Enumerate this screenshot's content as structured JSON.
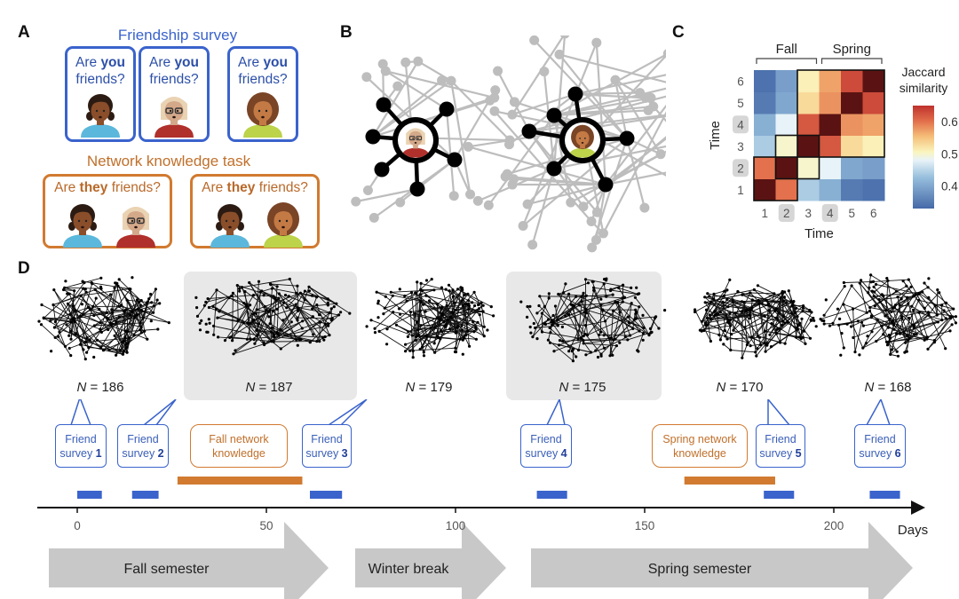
{
  "panels": {
    "A": {
      "letter": "A",
      "friendship_survey": {
        "title": "Friendship survey",
        "cards": [
          {
            "q_pre": "Are ",
            "q_bold": "you",
            "q_post": "friends?",
            "avatar": "avatar-dark-hair-blue-shirt"
          },
          {
            "q_pre": "Are ",
            "q_bold": "you",
            "q_post": "friends?",
            "avatar": "avatar-blonde-glasses-red-shirt"
          },
          {
            "q_pre": "Are ",
            "q_bold": "you",
            "q_post": "friends?",
            "avatar": "avatar-curly-brown-green-shirt"
          }
        ]
      },
      "network_task": {
        "title": "Network knowledge task",
        "cards": [
          {
            "q_pre": "Are ",
            "q_bold": "they",
            "q_post": " friends?",
            "avatars": [
              "avatar-dark-hair-blue-shirt",
              "avatar-blonde-glasses-red-shirt"
            ]
          },
          {
            "q_pre": "Are ",
            "q_bold": "they",
            "q_post": " friends?",
            "avatars": [
              "avatar-dark-hair-blue-shirt",
              "avatar-curly-brown-green-shirt"
            ]
          }
        ]
      }
    },
    "B": {
      "letter": "B",
      "egos": [
        "avatar-blonde-glasses-red-shirt",
        "avatar-curly-brown-green-shirt"
      ]
    },
    "C": {
      "letter": "C"
    },
    "D": {
      "letter": "D",
      "networks": [
        {
          "n_label": "N",
          "n_value": "= 186",
          "highlighted": false
        },
        {
          "n_label": "N",
          "n_value": "= 187",
          "highlighted": true
        },
        {
          "n_label": "N",
          "n_value": "= 179",
          "highlighted": false
        },
        {
          "n_label": "N",
          "n_value": "= 175",
          "highlighted": true
        },
        {
          "n_label": "N",
          "n_value": "= 170",
          "highlighted": false
        },
        {
          "n_label": "N",
          "n_value": "= 168",
          "highlighted": false
        }
      ],
      "surveys": [
        {
          "line1": "Friend",
          "line2": "survey ",
          "num": "1",
          "start_day": 0,
          "end_day": 6.5
        },
        {
          "line1": "Friend",
          "line2": "survey ",
          "num": "2",
          "start_day": 14.5,
          "end_day": 21.5
        },
        {
          "line1": "Friend",
          "line2": "survey ",
          "num": "3",
          "start_day": 61.5,
          "end_day": 70
        },
        {
          "line1": "Friend",
          "line2": "survey ",
          "num": "4",
          "start_day": 121.5,
          "end_day": 129.5
        },
        {
          "line1": "Friend",
          "line2": "survey ",
          "num": "5",
          "start_day": 181.5,
          "end_day": 189.5
        },
        {
          "line1": "Friend",
          "line2": "survey ",
          "num": "6",
          "start_day": 209.5,
          "end_day": 217.5
        }
      ],
      "knowledge_tasks": [
        {
          "line1": "Fall network",
          "line2": "knowledge",
          "start_day": 26.5,
          "end_day": 59.5
        },
        {
          "line1": "Spring network",
          "line2": "knowledge",
          "start_day": 160.5,
          "end_day": 184.5
        }
      ],
      "axis": {
        "ticks": [
          0,
          50,
          100,
          150,
          200
        ],
        "label": "Days",
        "range": [
          -10,
          224
        ]
      },
      "periods": [
        {
          "label": "Fall semester"
        },
        {
          "label": "Winter break"
        },
        {
          "label": "Spring semester"
        }
      ]
    }
  },
  "colors": {
    "survey_blue": "#3a63cc",
    "task_orange": "#d17a30",
    "highlight_gray": "#e8e8e8",
    "period_gray": "#c8c8c8"
  },
  "chart_data": {
    "type": "heatmap",
    "title": "",
    "xlabel": "Time",
    "ylabel": "Time",
    "x_ticks": [
      "1",
      "2",
      "3",
      "4",
      "5",
      "6"
    ],
    "y_ticks": [
      "1",
      "2",
      "3",
      "4",
      "5",
      "6"
    ],
    "highlighted_ticks": [
      "2",
      "4"
    ],
    "group_labels": [
      {
        "label": "Fall",
        "span": [
          "1",
          "3"
        ]
      },
      {
        "label": "Spring",
        "span": [
          "4",
          "6"
        ]
      }
    ],
    "colorbar": {
      "title_line1": "Jaccard",
      "title_line2": "similarity",
      "ticks": [
        0.4,
        0.5,
        0.6
      ],
      "range": [
        0.33,
        0.65
      ]
    },
    "values": [
      [
        1.0,
        0.6,
        0.44,
        0.41,
        0.35,
        0.34
      ],
      [
        0.6,
        1.0,
        0.5,
        0.48,
        0.4,
        0.39
      ],
      [
        0.44,
        0.5,
        1.0,
        0.62,
        0.53,
        0.51
      ],
      [
        0.41,
        0.48,
        0.62,
        1.0,
        0.58,
        0.57
      ],
      [
        0.35,
        0.4,
        0.53,
        0.58,
        1.0,
        0.63
      ],
      [
        0.34,
        0.39,
        0.51,
        0.57,
        0.63,
        1.0
      ]
    ],
    "outlined_blocks": [
      [
        "1",
        "2"
      ],
      [
        "2",
        "3"
      ],
      [
        "3",
        "6"
      ]
    ]
  }
}
